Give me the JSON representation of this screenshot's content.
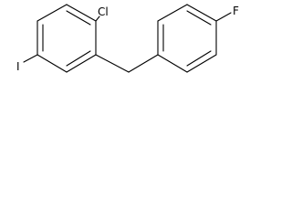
{
  "molecule": {
    "atoms": {
      "chlorine": "Cl",
      "iodine": "I",
      "fluorine": "F"
    }
  },
  "colors": {
    "bond": "#000000",
    "background": "#ffffff"
  }
}
